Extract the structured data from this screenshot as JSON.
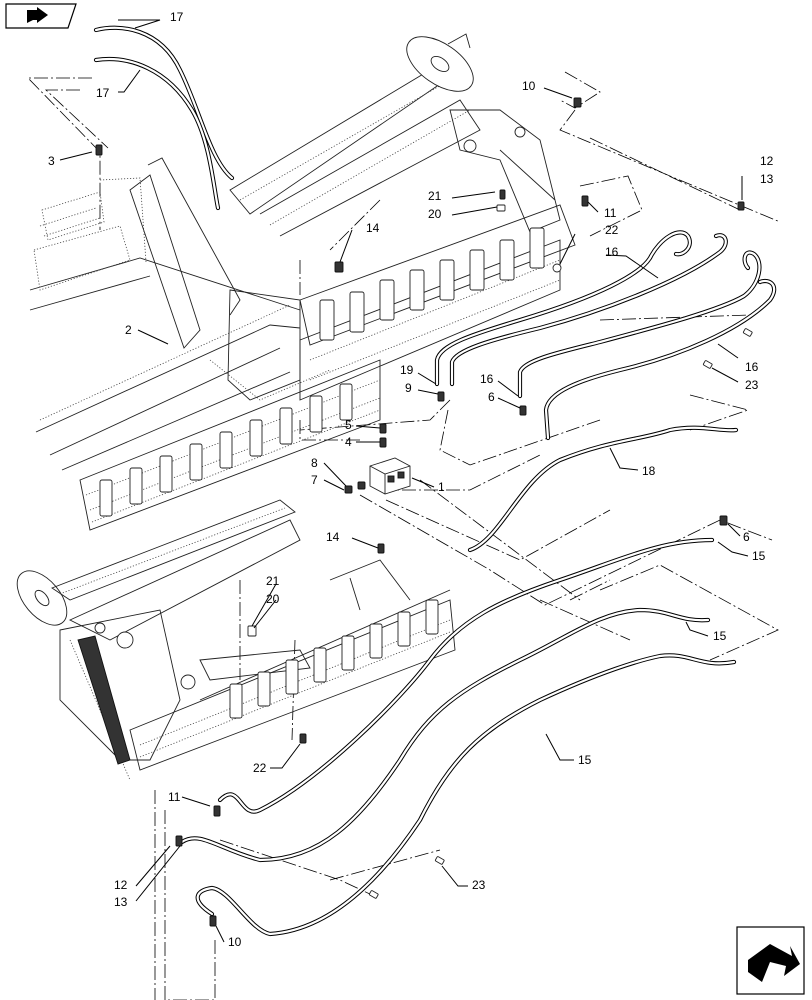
{
  "diagram": {
    "nav_icons": {
      "top_left": "book-arrow-icon",
      "bottom_right": "next-page-arrow-icon"
    },
    "callouts": [
      {
        "id": "c-17a",
        "label": "17"
      },
      {
        "id": "c-17b",
        "label": "17"
      },
      {
        "id": "c-3",
        "label": "3"
      },
      {
        "id": "c-10a",
        "label": "10"
      },
      {
        "id": "c-12a",
        "label": "12"
      },
      {
        "id": "c-13a",
        "label": "13"
      },
      {
        "id": "c-21a",
        "label": "21"
      },
      {
        "id": "c-20a",
        "label": "20"
      },
      {
        "id": "c-11a",
        "label": "11"
      },
      {
        "id": "c-14a",
        "label": "14"
      },
      {
        "id": "c-22a",
        "label": "22"
      },
      {
        "id": "c-16a",
        "label": "16"
      },
      {
        "id": "c-2",
        "label": "2"
      },
      {
        "id": "c-16b",
        "label": "16"
      },
      {
        "id": "c-23a",
        "label": "23"
      },
      {
        "id": "c-19",
        "label": "19"
      },
      {
        "id": "c-9",
        "label": "9"
      },
      {
        "id": "c-16c",
        "label": "16"
      },
      {
        "id": "c-6a",
        "label": "6"
      },
      {
        "id": "c-5",
        "label": "5"
      },
      {
        "id": "c-4",
        "label": "4"
      },
      {
        "id": "c-8",
        "label": "8"
      },
      {
        "id": "c-7",
        "label": "7"
      },
      {
        "id": "c-1",
        "label": "1"
      },
      {
        "id": "c-18",
        "label": "18"
      },
      {
        "id": "c-14b",
        "label": "14"
      },
      {
        "id": "c-6b",
        "label": "6"
      },
      {
        "id": "c-15a",
        "label": "15"
      },
      {
        "id": "c-21b",
        "label": "21"
      },
      {
        "id": "c-20b",
        "label": "20"
      },
      {
        "id": "c-15b",
        "label": "15"
      },
      {
        "id": "c-15c",
        "label": "15"
      },
      {
        "id": "c-22b",
        "label": "22"
      },
      {
        "id": "c-11b",
        "label": "11"
      },
      {
        "id": "c-12b",
        "label": "12"
      },
      {
        "id": "c-13b",
        "label": "13"
      },
      {
        "id": "c-23b",
        "label": "23"
      },
      {
        "id": "c-10b",
        "label": "10"
      }
    ]
  }
}
